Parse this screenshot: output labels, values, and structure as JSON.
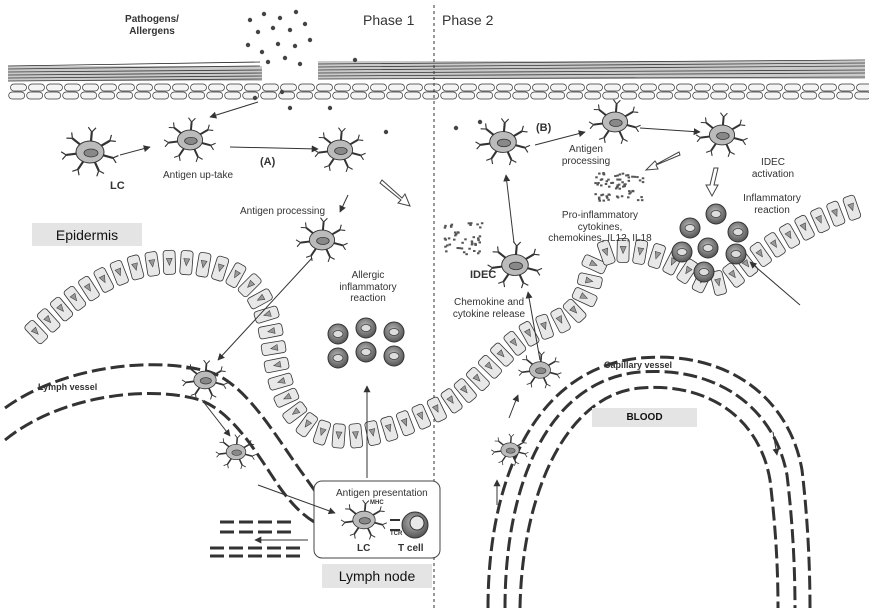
{
  "top": {
    "pathogens_line1": "Pathogens/",
    "pathogens_line2": "Allergens",
    "phase1": "Phase 1",
    "phase2": "Phase 2"
  },
  "phase1": {
    "lc": "LC",
    "uptake": "Antigen up-take",
    "marker_a": "(A)",
    "processing": "Antigen processing",
    "epidermis": "Epidermis",
    "allergic_line1": "Allergic",
    "allergic_line2": "inflammatory",
    "allergic_line3": "reaction",
    "lymph_vessel": "Lymph vessel",
    "antigen_presentation": "Antigen presentation",
    "mhc": "MHC",
    "tcr": "TCR",
    "lc_bottom": "LC",
    "t_cell": "T cell",
    "lymph_node": "Lymph node"
  },
  "phase2": {
    "marker_b": "(B)",
    "proc_line1": "Antigen",
    "proc_line2": "processing",
    "idec_act_line1": "IDEC",
    "idec_act_line2": "activation",
    "inflam_line1": "Inflammatory",
    "inflam_line2": "reaction",
    "pro_line1": "Pro-inflammatory",
    "pro_line2": "cytokines,",
    "pro_line3": "chemokines, IL12, IL18",
    "idec": "IDEC",
    "chemo_line1": "Chemokine and",
    "chemo_line2": "cytokine release",
    "capillary": "Capillary vessel",
    "blood": "BLOOD"
  }
}
